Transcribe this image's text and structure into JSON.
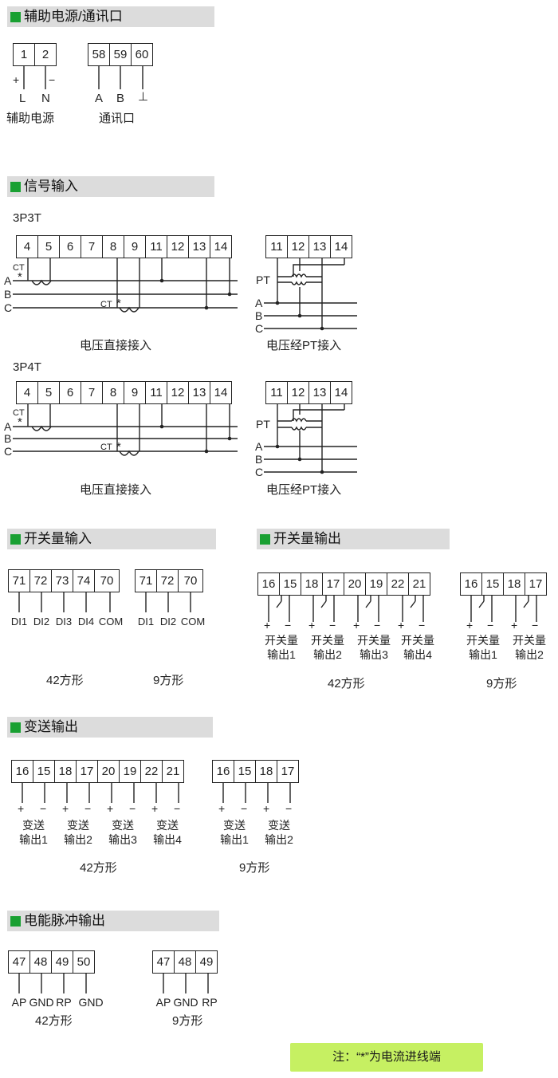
{
  "sections": {
    "aux": "辅助电源/通讯口",
    "signal": "信号输入",
    "switch_in": "开关量输入",
    "switch_out": "开关量输出",
    "transmit": "变送输出",
    "pulse": "电能脉冲输出"
  },
  "aux": {
    "power_terms": [
      "1",
      "2"
    ],
    "power_signs": [
      "+",
      "−"
    ],
    "power_labels": [
      "L",
      "N"
    ],
    "power_caption": "辅助电源",
    "comm_terms": [
      "58",
      "59",
      "60"
    ],
    "comm_labels": [
      "A",
      "B",
      "⊥"
    ],
    "comm_caption": "通讯口"
  },
  "signal": {
    "type_3p3t": "3P3T",
    "type_3p4t": "3P4T",
    "direct_terms": [
      "4",
      "5",
      "6",
      "7",
      "8",
      "9",
      "11",
      "12",
      "13",
      "14"
    ],
    "pt_terms": [
      "11",
      "12",
      "13",
      "14"
    ],
    "phases": [
      "A",
      "B",
      "C"
    ],
    "ct": "CT",
    "pt": "PT",
    "star": "*",
    "caption_direct": "电压直接接入",
    "caption_pt": "电压经PT接入"
  },
  "switch_in": {
    "terms_42": [
      "71",
      "72",
      "73",
      "74",
      "70"
    ],
    "labels_42": [
      "DI1",
      "DI2",
      "DI3",
      "DI4",
      "COM"
    ],
    "terms_9": [
      "71",
      "72",
      "70"
    ],
    "labels_9": [
      "DI1",
      "DI2",
      "COM"
    ],
    "caption_42": "42方形",
    "caption_9": "9方形"
  },
  "switch_out": {
    "terms_42": [
      "16",
      "15",
      "18",
      "17",
      "20",
      "19",
      "22",
      "21"
    ],
    "terms_9": [
      "16",
      "15",
      "18",
      "17"
    ],
    "sign_plus": "+",
    "sign_minus": "−",
    "label_top": "开关量",
    "labels_bottom": [
      "输出1",
      "输出2",
      "输出3",
      "输出4"
    ],
    "caption_42": "42方形",
    "caption_9": "9方形"
  },
  "transmit": {
    "terms_42": [
      "16",
      "15",
      "18",
      "17",
      "20",
      "19",
      "22",
      "21"
    ],
    "terms_9": [
      "16",
      "15",
      "18",
      "17"
    ],
    "sign_plus": "+",
    "sign_minus": "−",
    "label_top": "变送",
    "labels_bottom": [
      "输出1",
      "输出2",
      "输出3",
      "输出4"
    ],
    "caption_42": "42方形",
    "caption_9": "9方形"
  },
  "pulse": {
    "terms_42": [
      "47",
      "48",
      "49",
      "50"
    ],
    "labels_42": [
      "AP",
      "GND",
      "RP",
      "GND"
    ],
    "terms_9": [
      "47",
      "48",
      "49"
    ],
    "labels_9": [
      "AP",
      "GND",
      "RP"
    ],
    "caption_42": "42方形",
    "caption_9": "9方形"
  },
  "note": "注：“*”为电流进线端",
  "colors": {
    "accent": "#19a032",
    "header_bg": "#dcdcdc",
    "note_bg": "#c6f062"
  }
}
